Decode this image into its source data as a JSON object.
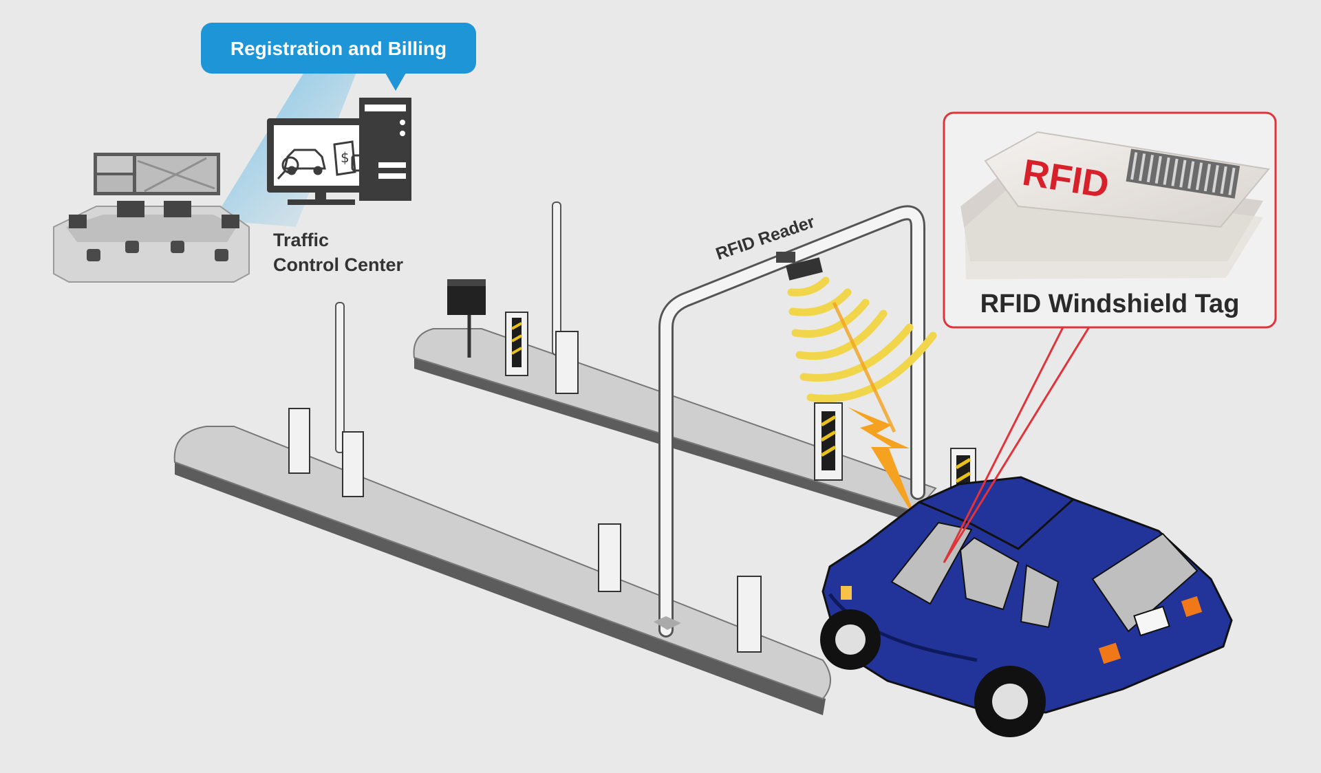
{
  "labels": {
    "registration_billing": "Registration and Billing",
    "traffic_line1": "Traffic",
    "traffic_line2": "Control Center",
    "rfid_reader": "RFID Reader",
    "windshield_tag": "RFID Windshield Tag",
    "tag_print": "RFID"
  },
  "colors": {
    "background": "#e9e9e9",
    "callout_blue": "#1e95d6",
    "callout_red": "#e0333a",
    "car_blue": "#22349a",
    "wave_yellow": "#f1d54a",
    "signal_orange": "#f4a21f",
    "tag_red": "#d8202a"
  },
  "icons": [
    "monitor-icon",
    "tower-pc-icon",
    "car-icon",
    "receipt-icon",
    "magnifier-icon"
  ]
}
